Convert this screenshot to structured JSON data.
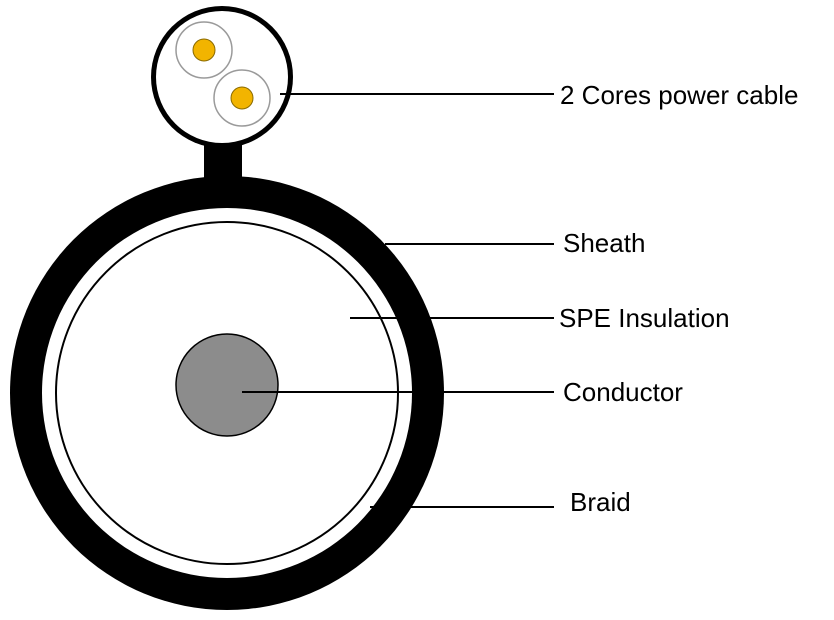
{
  "labels": {
    "power_cable": "2 Cores power cable",
    "sheath": "Sheath",
    "insulation": "SPE Insulation",
    "conductor": "Conductor",
    "braid": "Braid"
  },
  "colors": {
    "sheath": "#000000",
    "background": "#ffffff",
    "conductor": "#8c8c8c",
    "power_core": "#f2b400",
    "outline": "#000000",
    "core_ring": "#9a9a9a"
  }
}
